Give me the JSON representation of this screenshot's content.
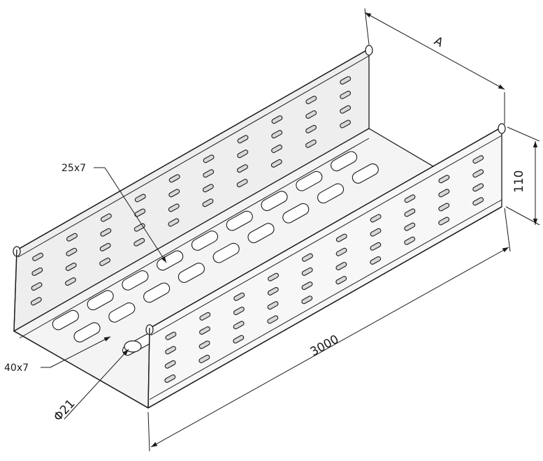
{
  "diagram": {
    "dimensions": {
      "width": "A",
      "height": "110",
      "length": "3000"
    },
    "callouts": {
      "side_slot": "25x7",
      "base_slot": "40x7",
      "hole": "Φ21"
    }
  }
}
